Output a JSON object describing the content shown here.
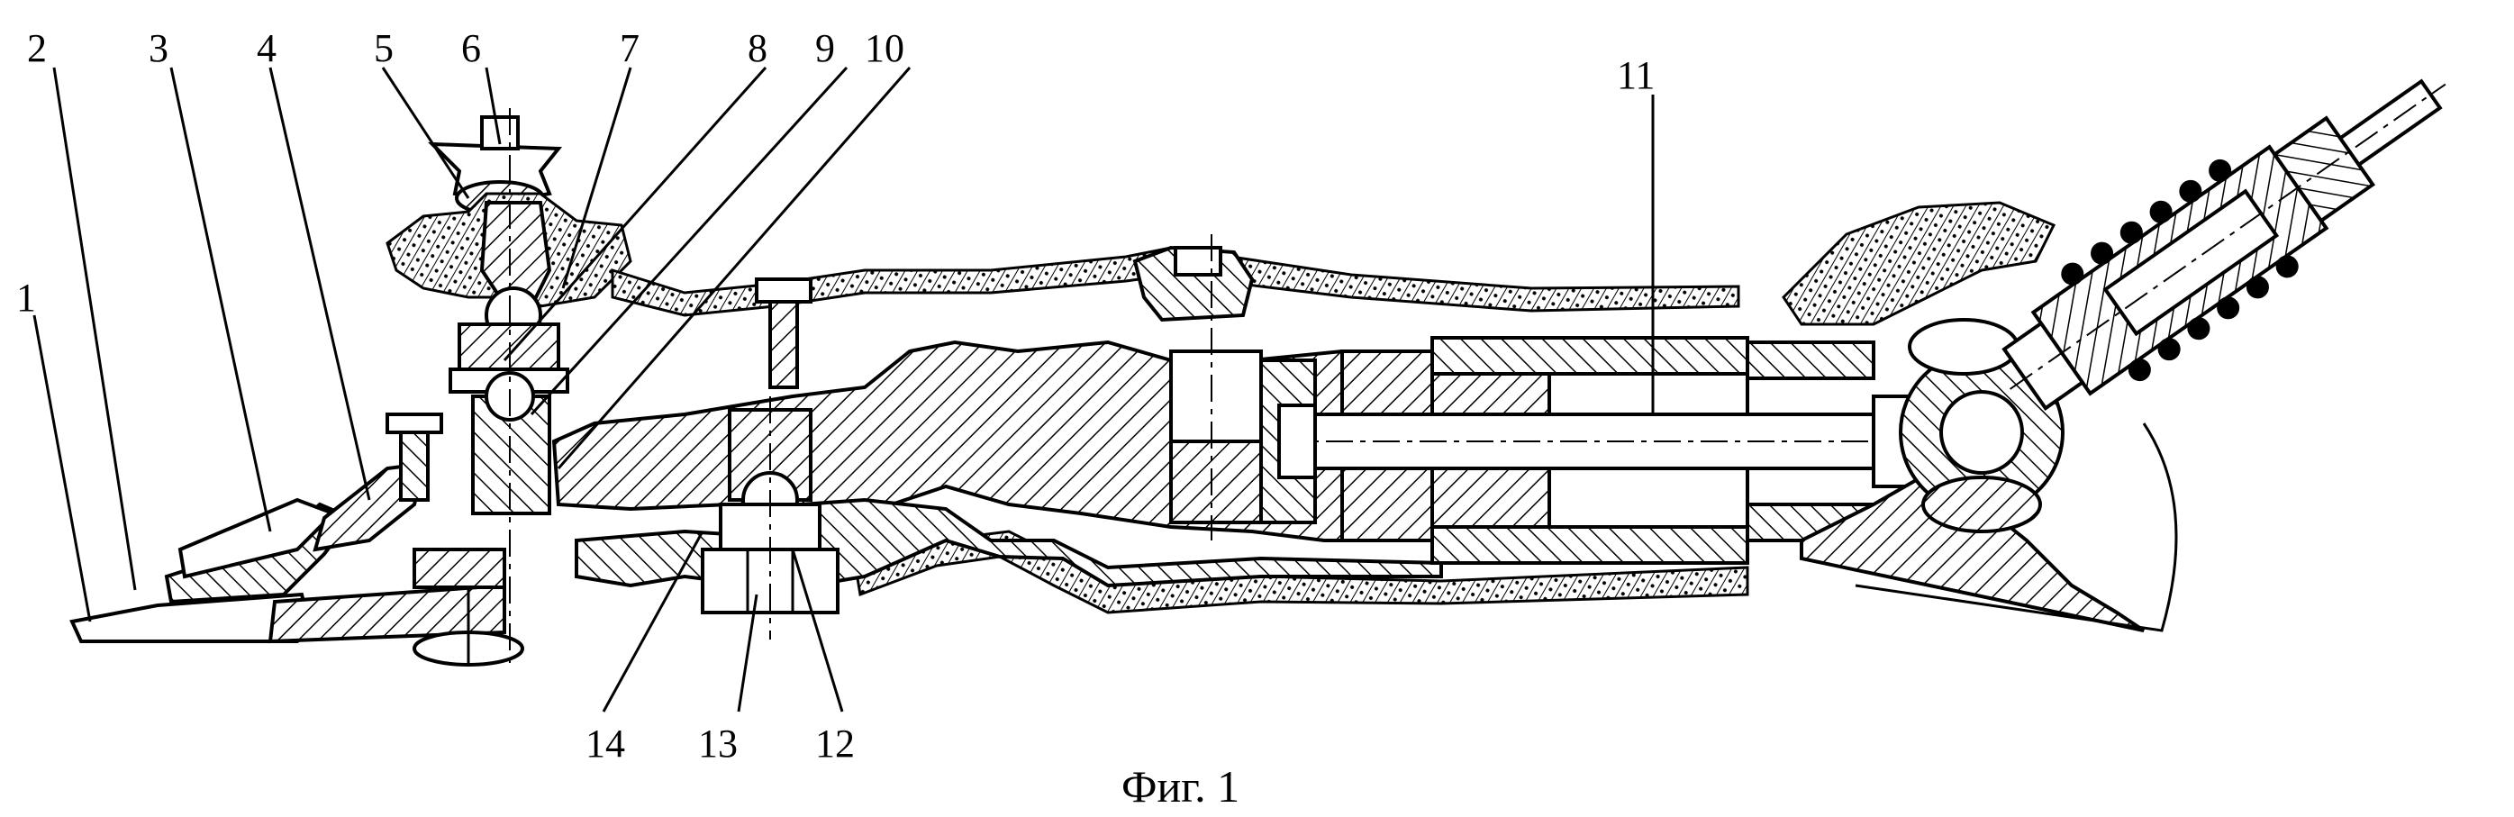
{
  "labels": {
    "l1": "1",
    "l2": "2",
    "l3": "3",
    "l4": "4",
    "l5": "5",
    "l6": "6",
    "l7": "7",
    "l8": "8",
    "l9": "9",
    "l10": "10",
    "l11": "11",
    "l12": "12",
    "l13": "13",
    "l14": "14"
  },
  "caption": "Фиг. 1"
}
